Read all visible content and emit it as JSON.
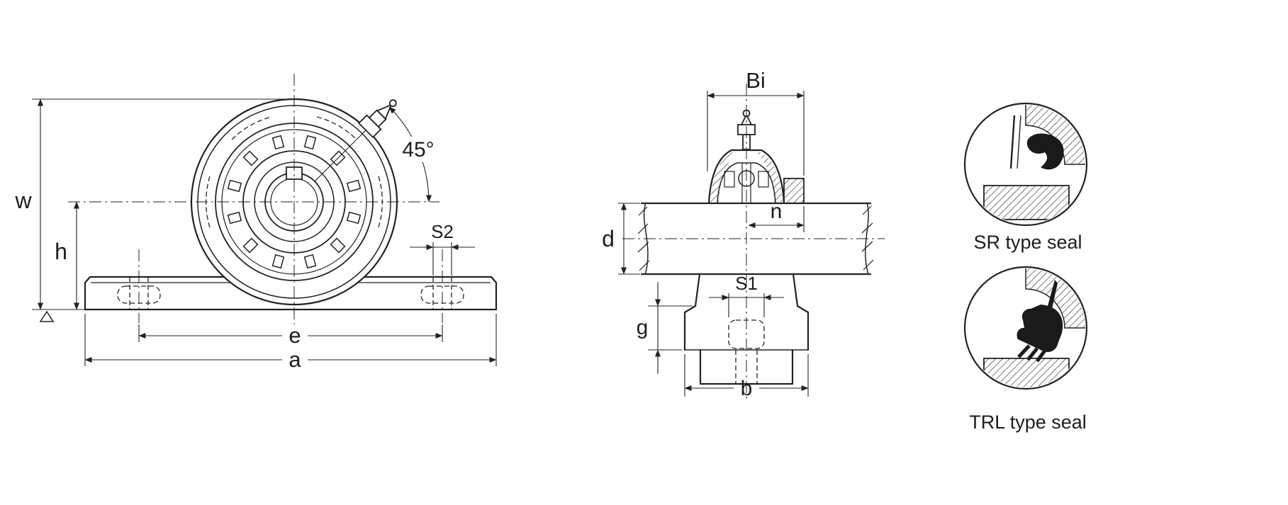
{
  "front_view": {
    "dim_w": "w",
    "dim_h": "h",
    "dim_e": "e",
    "dim_a": "a",
    "dim_s2": "S2",
    "angle_label": "45°"
  },
  "side_view": {
    "dim_bi": "Bi",
    "dim_n": "n",
    "dim_d": "d",
    "dim_s1": "S1",
    "dim_g": "g",
    "dim_b": "b"
  },
  "seal_details": {
    "sr_label": "SR type seal",
    "trl_label": "TRL type seal"
  },
  "colors": {
    "ink": "#222222",
    "background": "#ffffff"
  }
}
